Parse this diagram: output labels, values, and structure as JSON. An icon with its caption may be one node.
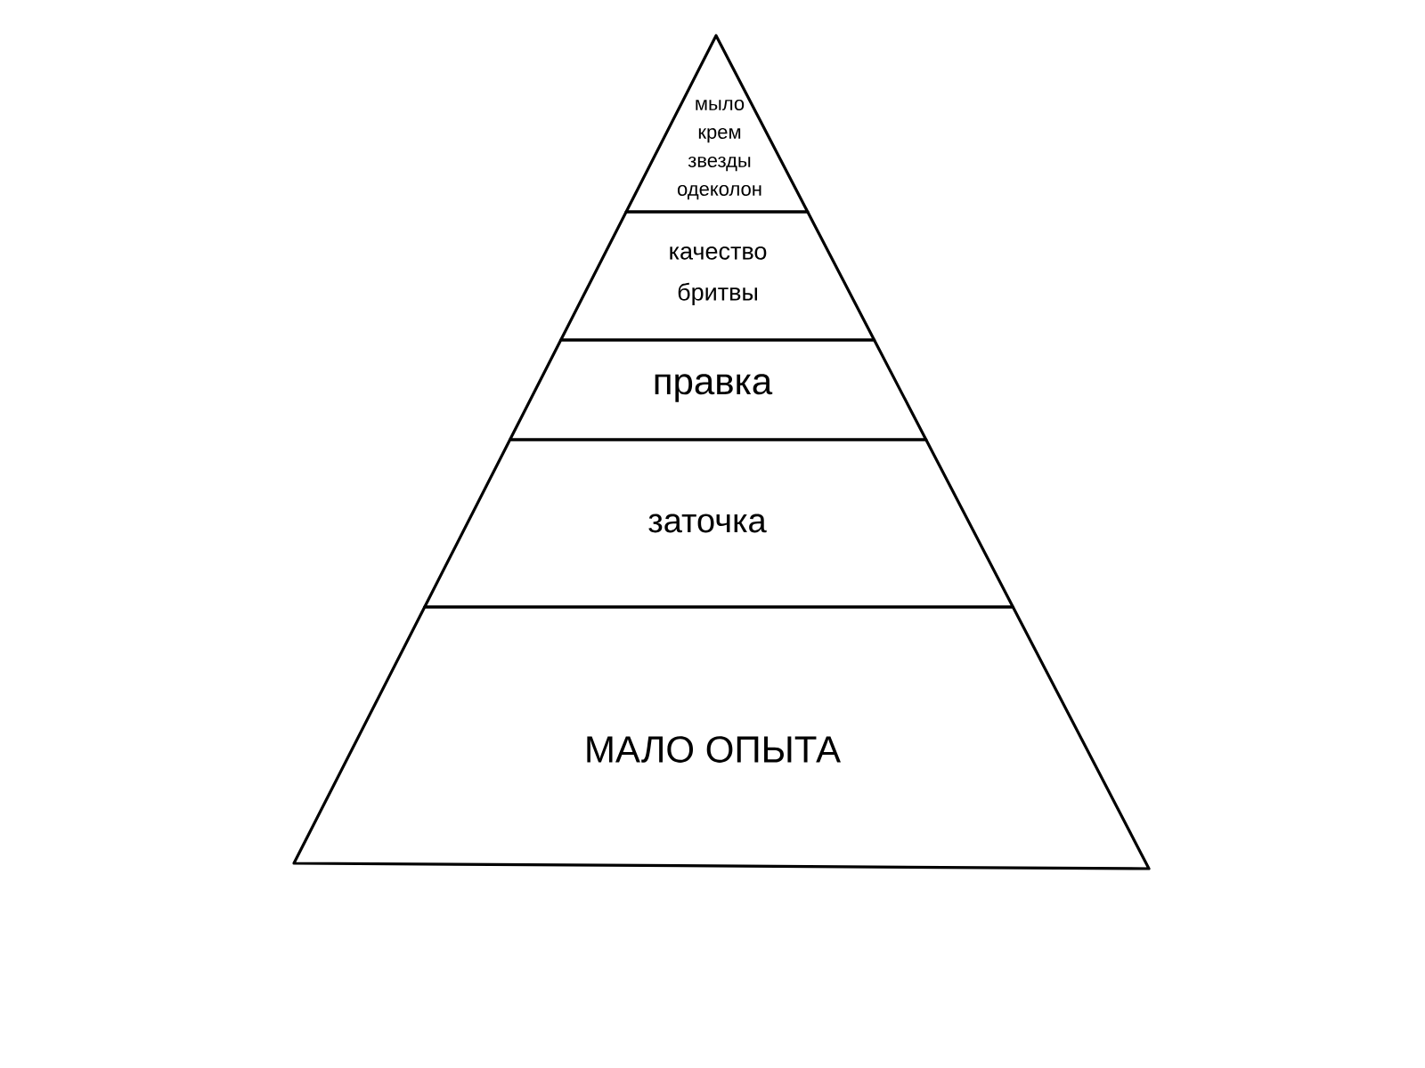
{
  "diagram": {
    "nodes": [
      {
        "text": [
          "мыло",
          "крем",
          "звезды",
          "одеколон"
        ]
      },
      {
        "text": [
          "качество бритвы"
        ]
      },
      {
        "text": [
          "правка"
        ]
      },
      {
        "text": [
          "заточка"
        ]
      },
      {
        "text": [
          "МАЛО ОПЫТА"
        ]
      }
    ]
  }
}
